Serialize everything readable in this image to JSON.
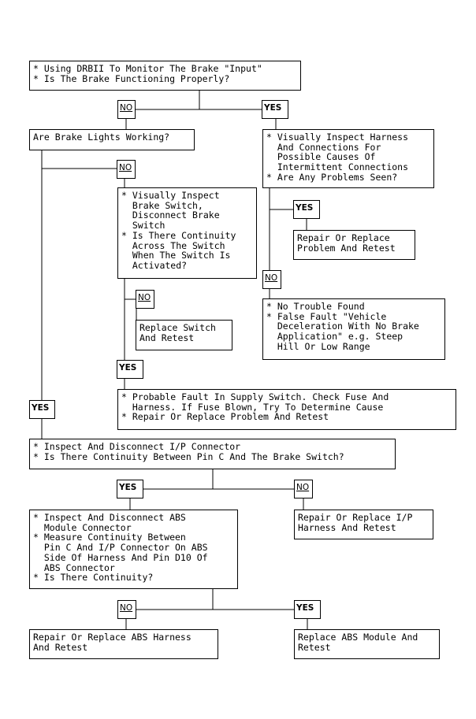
{
  "boxes": {
    "b1": "* Using DRBII To Monitor The Brake \"Input\"\n* Is The Brake Functioning Properly?",
    "b2": "Are Brake Lights Working?",
    "b3": "* Visually Inspect Harness\n  And Connections For\n  Possible Causes Of\n  Intermittent Connections\n* Are Any Problems Seen?",
    "b4": "* Visually Inspect\n  Brake Switch,\n  Disconnect Brake\n  Switch\n* Is There Continuity\n  Across The Switch\n  When The Switch Is\n  Activated?",
    "b5": "Repair Or Replace\nProblem And Retest",
    "b6": "* No Trouble Found\n* False Fault \"Vehicle\n  Deceleration With No Brake\n  Application\" e.g. Steep\n  Hill Or Low Range",
    "b7": "Replace Switch\nAnd Retest",
    "b8": "* Probable Fault In Supply Switch. Check Fuse And\n  Harness. If Fuse Blown, Try To Determine Cause\n* Repair Or Replace Problem And Retest",
    "b9": "* Inspect And Disconnect I/P Connector\n* Is There Continuity Between Pin C And The Brake Switch?",
    "b10": "* Inspect And Disconnect ABS\n  Module Connector\n* Measure Continuity Between\n  Pin C And I/P Connector On ABS\n  Side Of Harness And Pin D10 Of\n  ABS Connector\n* Is There Continuity?",
    "b11": "Repair Or Replace I/P\nHarness And Retest",
    "b12": "Repair Or Replace ABS Harness\nAnd Retest",
    "b13": "Replace ABS Module And\nRetest"
  },
  "tags": {
    "yes": "YES",
    "no": "NO"
  }
}
